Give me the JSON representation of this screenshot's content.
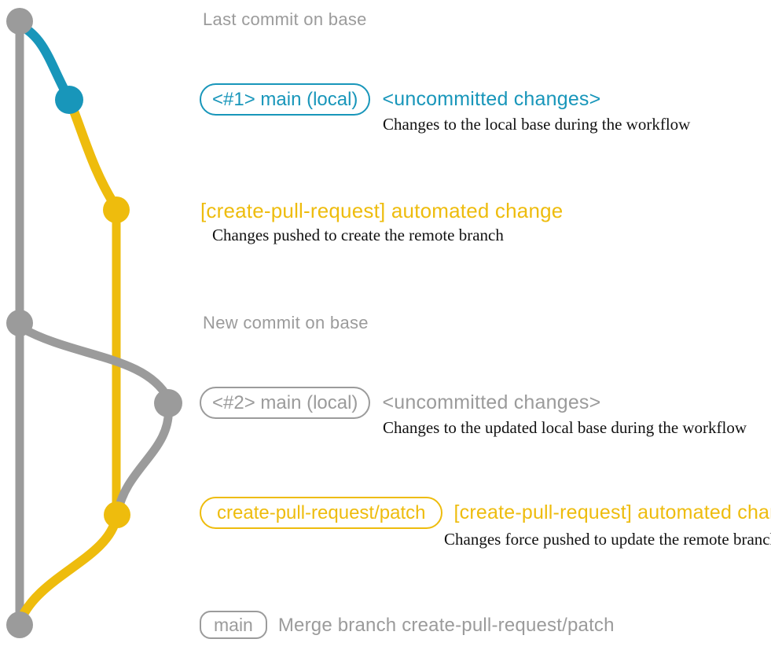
{
  "colors": {
    "gray": "#9b9b9b",
    "teal": "#1896ba",
    "yellow": "#eebc0d",
    "note_text": "#121212",
    "background": "#ffffff"
  },
  "sections": {
    "last_commit_label": "Last commit on base",
    "new_commit_label": "New commit on base"
  },
  "rows": {
    "main_local_1": {
      "badge": "<#1> main (local)",
      "title": "<uncommitted changes>",
      "note": "Changes to the local base during the workflow"
    },
    "automated_change_1": {
      "title": "[create-pull-request] automated change",
      "note": "Changes pushed to create the remote branch"
    },
    "main_local_2": {
      "badge": "<#2> main (local)",
      "title": "<uncommitted changes>",
      "note": "Changes to the updated local base during the workflow"
    },
    "automated_change_2": {
      "badge": "create-pull-request/patch",
      "title": "[create-pull-request] automated change",
      "note": "Changes force pushed to update the remote branch"
    },
    "merge": {
      "badge": "main",
      "title": "Merge branch create-pull-request/patch"
    }
  }
}
